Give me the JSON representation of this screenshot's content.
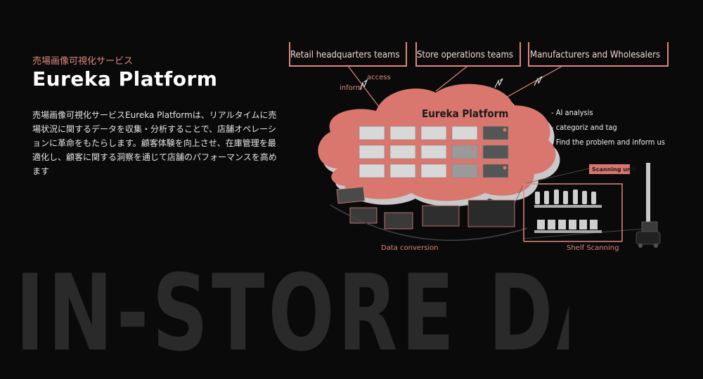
{
  "header": {
    "subtitle": "売場画像可視化サービス",
    "title": "Eureka Platform",
    "description": "売場画像可視化サービスEureka Platformは、リアルタイムに売場状況に関するデータを収集・分析することで、店舗オペレーションに革命をもたらします。顧客体験を向上させ、在庫管理を最適化し、顧客に関する洞察を通じて店舗のパフォーマンスを高めます"
  },
  "diagram": {
    "teams": [
      "Retail headquarters teams",
      "Store operations teams",
      "Manufacturers and Wholesalers"
    ],
    "inform_label": "inform",
    "access_label": "access",
    "cloud_title": "Eureka Platform",
    "features": [
      "- AI analysis",
      "- categoriz and tag",
      "- Find the problem and inform us"
    ],
    "scanning_unit_label": "Scanning unit",
    "data_conversion_label": "Data conversion",
    "shelf_scanning_label": "Shelf Scanning",
    "colors": {
      "accent": "#e0877d",
      "cloud": "#d9776f",
      "cloud_shadow": "#c9c9c9"
    }
  },
  "background_text": "IN-STORE DATA"
}
